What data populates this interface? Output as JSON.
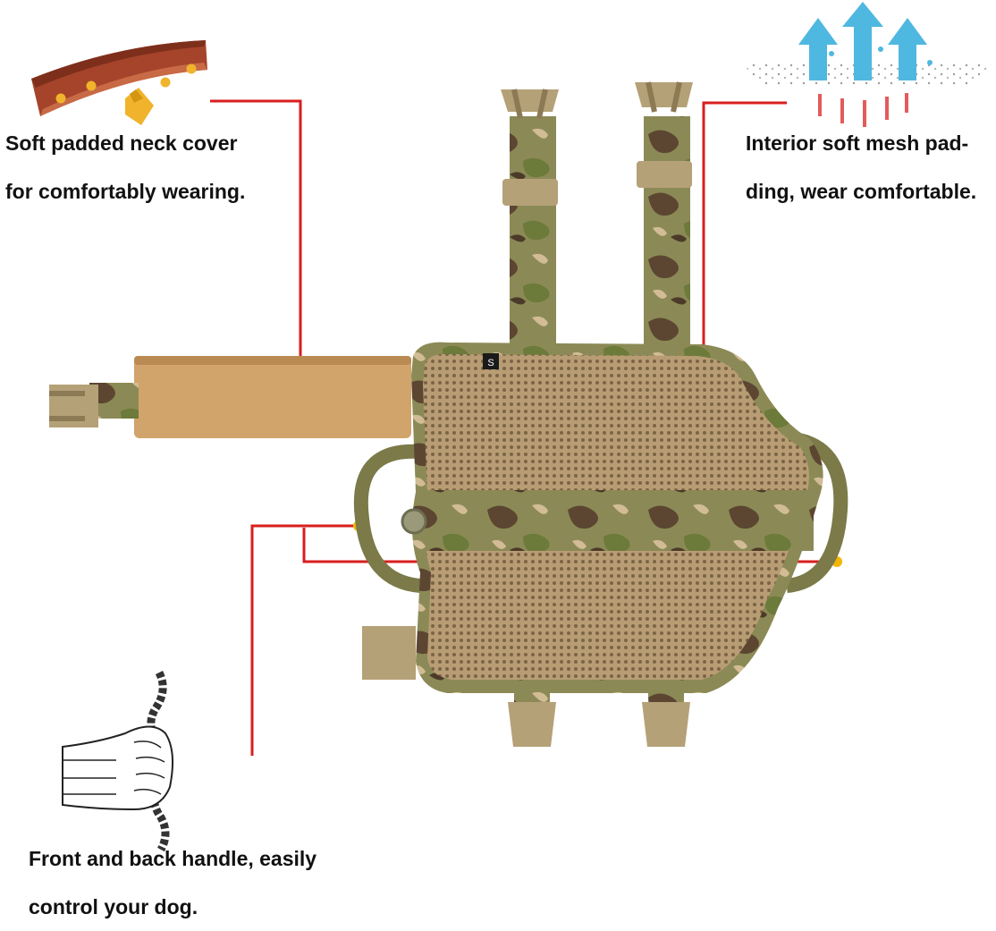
{
  "captions": {
    "neck_cover": {
      "line1": "Soft padded neck cover",
      "line2": "for comfortably wearing."
    },
    "mesh_padding": {
      "line1": "Interior soft mesh pad-",
      "line2": "ding, wear comfortable."
    },
    "handle": {
      "line1": "Front and back handle, easily",
      "line2": "control your dog."
    }
  },
  "size_tag": "S",
  "colors": {
    "leader_line": "#d81e1e",
    "marker_dot": "#f2b705",
    "camo_base": "#8d8a55",
    "camo_dark": "#5a4632",
    "camo_green": "#6d7a3c",
    "camo_tan": "#c9b28a",
    "mesh": "#b59a73",
    "buckle": "#b5a177",
    "neck_pad": "#d1a46b",
    "collar": "#a5442b",
    "arrow_blue": "#4fb8e0"
  },
  "icons": [
    "collar-icon",
    "airflow-icon",
    "fist-rope-icon"
  ]
}
